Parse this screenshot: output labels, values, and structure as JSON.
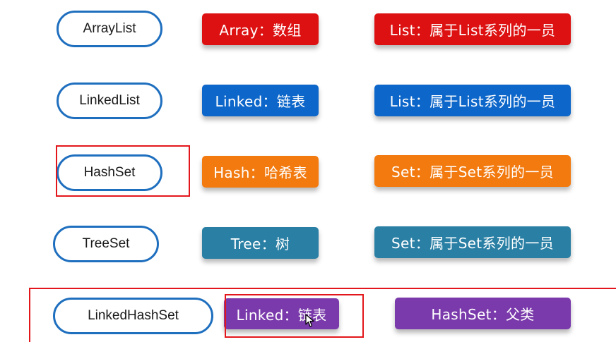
{
  "rows": [
    {
      "name": "ArrayList",
      "part1": "Array：数组",
      "part2": "List：属于List系列的一员"
    },
    {
      "name": "LinkedList",
      "part1": "Linked：链表",
      "part2": "List：属于List系列的一员"
    },
    {
      "name": "HashSet",
      "part1": "Hash：哈希表",
      "part2": "Set：属于Set系列的一员"
    },
    {
      "name": "TreeSet",
      "part1": "Tree：树",
      "part2": "Set：属于Set系列的一员"
    },
    {
      "name": "LinkedHashSet",
      "part1": "Linked：链表",
      "part2": "HashSet：父类"
    }
  ],
  "colors": {
    "pill_border": "#1f6fbf",
    "red": "#dd1111",
    "blue": "#0d66c9",
    "orange": "#f27a0f",
    "teal": "#2a7fa4",
    "purple": "#7a3aab",
    "highlight": "#e3161b"
  }
}
